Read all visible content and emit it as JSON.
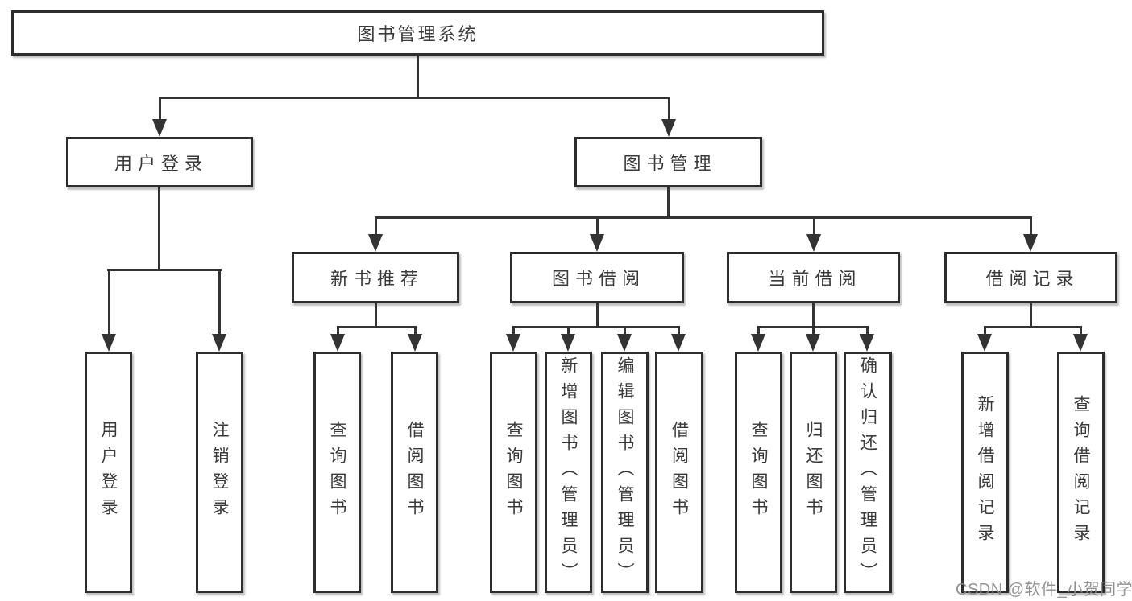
{
  "diagram": {
    "type": "tree",
    "root": {
      "label": "图书管理系统"
    },
    "branches": [
      {
        "label": "用户登录",
        "children": [
          {
            "label": "用户登录"
          },
          {
            "label": "注销登录"
          }
        ]
      },
      {
        "label": "图书管理",
        "children": [
          {
            "label": "新书推荐",
            "children": [
              {
                "label": "查询图书"
              },
              {
                "label": "借阅图书"
              }
            ]
          },
          {
            "label": "图书借阅",
            "children": [
              {
                "label": "查询图书"
              },
              {
                "label": "新增图书（管理员）"
              },
              {
                "label": "编辑图书（管理员）"
              },
              {
                "label": "借阅图书"
              }
            ]
          },
          {
            "label": "当前借阅",
            "children": [
              {
                "label": "查询图书"
              },
              {
                "label": "归还图书"
              },
              {
                "label": "确认归还（管理员）"
              }
            ]
          },
          {
            "label": "借阅记录",
            "children": [
              {
                "label": "新增借阅记录"
              },
              {
                "label": "查询借阅记录"
              }
            ]
          }
        ]
      }
    ]
  },
  "watermark": {
    "text": "CSDN @软件_小贺同学"
  },
  "colors": {
    "background": "#ffffff",
    "line": "#333333",
    "box_border": "#2d2d2d",
    "text": "#3a3a3a",
    "watermark": "#878787"
  }
}
